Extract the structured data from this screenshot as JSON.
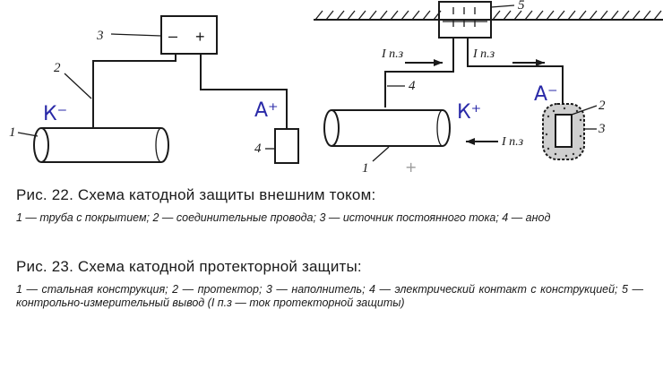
{
  "figure22": {
    "labels": {
      "source": "3",
      "wire": "2",
      "pipe": "1",
      "anode": "4"
    },
    "terminals": {
      "minus": "–",
      "plus": "+"
    },
    "handwritten": {
      "cathode": "К⁻",
      "anode": "А⁺"
    },
    "caption_title": "Рис. 22. Схема катодной защиты внешним током:",
    "caption_legend": "1 — труба с покрытием; 2 — соединительные провода; 3 — источник постоянного тока; 4 — анод"
  },
  "figure23": {
    "labels": {
      "terminal": "5",
      "contact": "4",
      "structure": "1",
      "protector": "2",
      "filler": "3"
    },
    "currents": {
      "left": "I п.з",
      "right": "I п.з",
      "bottom": "I п.з"
    },
    "handwritten": {
      "cathode": "К⁺",
      "anode": "А⁻"
    },
    "caption_title": "Рис. 23. Схема катодной протекторной защиты:",
    "caption_legend": "1 — стальная конструкция; 2 — протектор; 3 — наполнитель; 4 — электрический контакт с конструкцией; 5 — контрольно-измерительный вывод (I п.з — ток протекторной защиты)"
  }
}
